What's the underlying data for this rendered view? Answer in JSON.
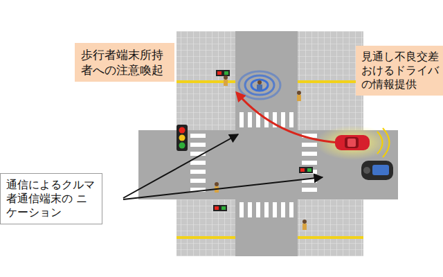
{
  "diagram": {
    "nodes": [
      {
        "text": [
          "歩行者端末所持者への注意喚起"
        ]
      },
      {
        "text": [
          "見通し不良交差 おけるドライバ の情報提供"
        ]
      },
      {
        "text": [
          "通信によるクルマ 者通信端末の ニケーション"
        ]
      }
    ]
  }
}
